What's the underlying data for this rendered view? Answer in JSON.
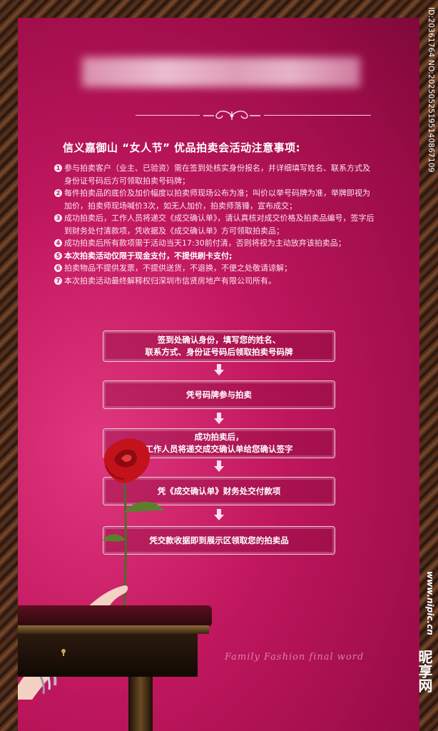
{
  "poster": {
    "heading": "信义嘉御山 “女人节” 优品拍卖会活动注意事项:",
    "notes": [
      {
        "num": "1",
        "text": "参与拍卖客户（业主、已验资）需在签到处核实身份报名，并详细填写姓名、联系方式及身份证号码后方可领取拍卖号码牌；"
      },
      {
        "num": "2",
        "text": "每件拍卖品的底价及加价幅度以拍卖师现场公布为准；叫价以举号码牌为准，举牌即视为加价，拍卖师现场喊价3次，如无人加价，拍卖师落锤，宣布成交；"
      },
      {
        "num": "3",
        "text": "成功拍卖后，工作人员将递交《成交确认单》，请认真核对成交价格及拍卖品编号，签字后到财务处付清款项，凭收据及《成交确认单》方可领取拍卖品；"
      },
      {
        "num": "4",
        "text": "成功拍卖后所有款项需于活动当天17:30前付清，否则将视为主动放弃该拍卖品；"
      },
      {
        "num": "5",
        "text": "本次拍卖活动仅限于现金支付，不提供刷卡支付;"
      },
      {
        "num": "6",
        "text": "拍卖物品不提供发票，不提供送货，不退换，不便之处敬请谅解；"
      },
      {
        "num": "7",
        "text": "本次拍卖活动最终解释权归深圳市信贤房地产有限公司所有。"
      }
    ],
    "flow": [
      {
        "line1": "签到处确认身份，填写您的姓名、",
        "line2": "联系方式、身份证号码后领取拍卖号码牌"
      },
      {
        "line1": "凭号码牌参与拍卖",
        "line2": ""
      },
      {
        "line1": "成功拍卖后，",
        "line2": "工作人员将递交成交确认单给您确认签字"
      },
      {
        "line1": "凭《成交确认单》财务处交付款项",
        "line2": ""
      },
      {
        "line1": "凭交款收据即到展示区领取您的拍卖品",
        "line2": ""
      }
    ],
    "watermark": "Family Fashion final word"
  },
  "site_overlay": {
    "id_text": "ID:20361764 NO:20250525195140867109",
    "site": "www.nipic.cn",
    "logo": "昵享网"
  },
  "colors": {
    "panel": "#c0175e",
    "text": "#fbe6ee",
    "frame": "#3a1e12"
  }
}
